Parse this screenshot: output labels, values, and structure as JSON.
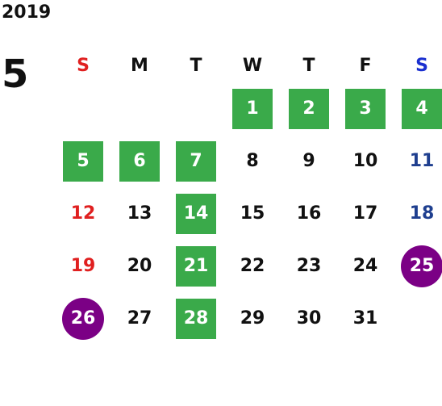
{
  "calendar": {
    "year": "2019",
    "month": "5",
    "weekdays": [
      "S",
      "M",
      "T",
      "W",
      "T",
      "F",
      "S"
    ],
    "weeks": [
      [
        "",
        "",
        "",
        "1",
        "2",
        "3",
        "4"
      ],
      [
        "5",
        "6",
        "7",
        "8",
        "9",
        "10",
        "11"
      ],
      [
        "12",
        "13",
        "14",
        "15",
        "16",
        "17",
        "18"
      ],
      [
        "19",
        "20",
        "21",
        "22",
        "23",
        "24",
        "25"
      ],
      [
        "26",
        "27",
        "28",
        "29",
        "30",
        "31",
        ""
      ]
    ],
    "holidays": [
      "1",
      "2",
      "3",
      "4",
      "5",
      "6",
      "7",
      "14",
      "21",
      "28"
    ],
    "events": [
      "25",
      "26"
    ],
    "colors": {
      "sunday": "#e02020",
      "saturday_header": "#1a2fd0",
      "saturday": "#1f3f8f",
      "holiday_bg": "#3aaa4a",
      "event_bg": "#7b0085"
    }
  }
}
